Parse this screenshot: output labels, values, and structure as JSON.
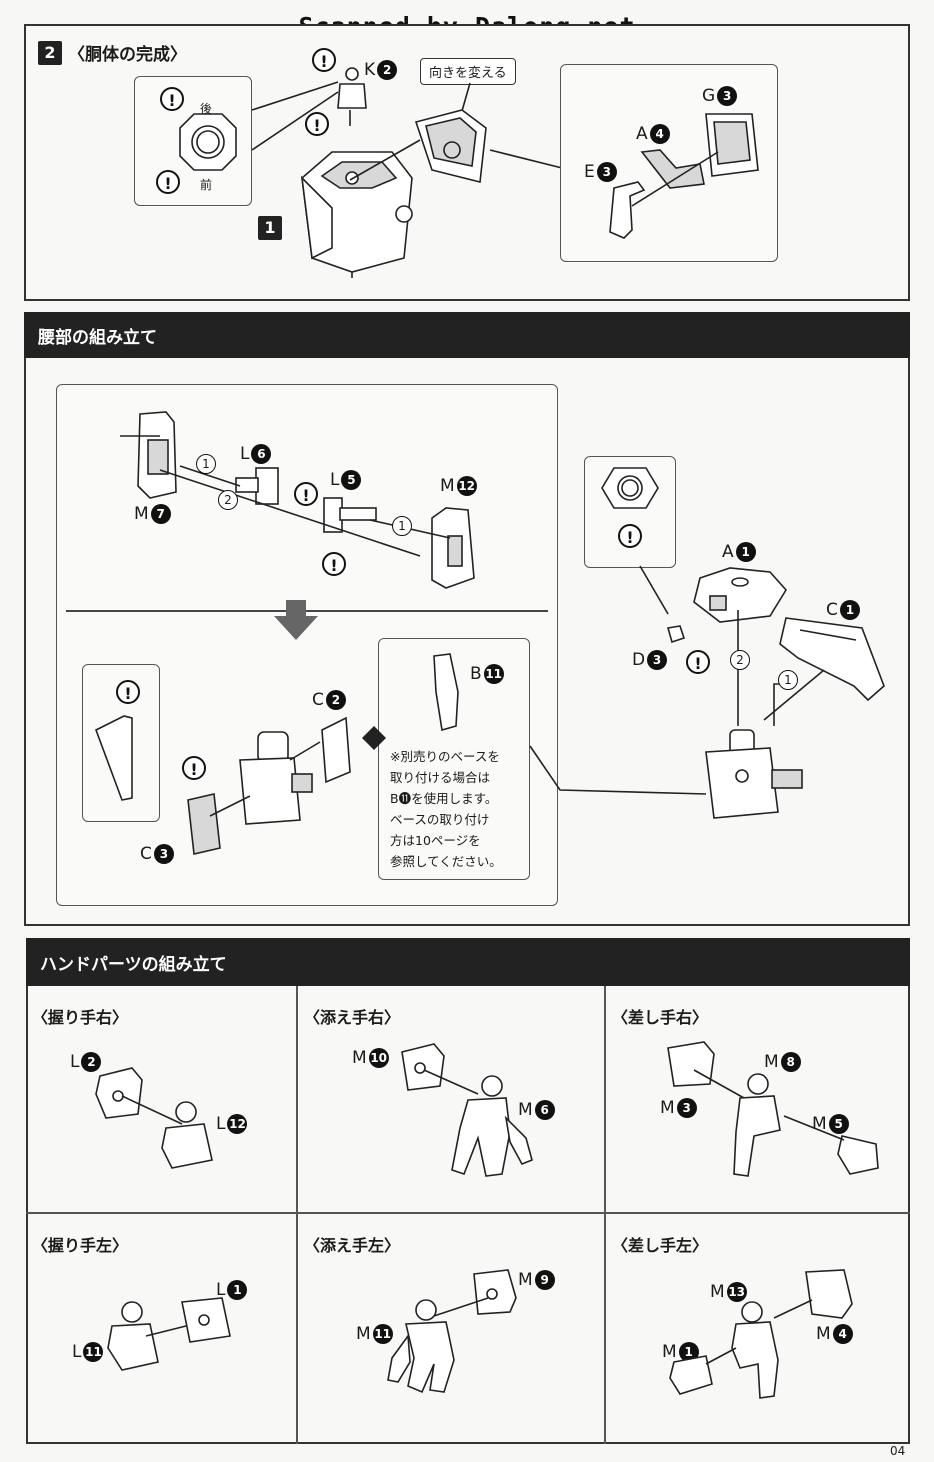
{
  "watermark": "Scanned by Dalong.net",
  "section_torso": {
    "step_number": "2",
    "title": "〈胴体の完成〉",
    "callout_direction": "向きを変える",
    "label_back": "後",
    "label_front": "前",
    "sub_step_badge": "1",
    "parts": [
      {
        "letter": "K",
        "num": "2"
      },
      {
        "letter": "G",
        "num": "3"
      },
      {
        "letter": "A",
        "num": "4"
      },
      {
        "letter": "E",
        "num": "3"
      }
    ]
  },
  "section_waist": {
    "title": "腰部の組み立て",
    "parts_left": [
      {
        "letter": "L",
        "num": "6"
      },
      {
        "letter": "L",
        "num": "5"
      },
      {
        "letter": "M",
        "num": "12"
      },
      {
        "letter": "M",
        "num": "7"
      },
      {
        "letter": "C",
        "num": "2"
      },
      {
        "letter": "C",
        "num": "3"
      },
      {
        "letter": "B",
        "num": "11"
      }
    ],
    "parts_right": [
      {
        "letter": "A",
        "num": "1"
      },
      {
        "letter": "C",
        "num": "1"
      },
      {
        "letter": "D",
        "num": "3"
      }
    ],
    "step_marks": [
      "1",
      "2"
    ],
    "note_lines": [
      "※別売りのベースを",
      "取り付ける場合は",
      "B⓫を使用します。",
      "ベースの取り付け",
      "方は10ページを",
      "参照してください。"
    ]
  },
  "section_hands": {
    "title": "ハンドパーツの組み立て",
    "cells": [
      {
        "title": "〈握り手右〉",
        "parts": [
          {
            "letter": "L",
            "num": "2"
          },
          {
            "letter": "L",
            "num": "12"
          }
        ]
      },
      {
        "title": "〈添え手右〉",
        "parts": [
          {
            "letter": "M",
            "num": "10"
          },
          {
            "letter": "M",
            "num": "6"
          }
        ]
      },
      {
        "title": "〈差し手右〉",
        "parts": [
          {
            "letter": "M",
            "num": "8"
          },
          {
            "letter": "M",
            "num": "3"
          },
          {
            "letter": "M",
            "num": "5"
          }
        ]
      },
      {
        "title": "〈握り手左〉",
        "parts": [
          {
            "letter": "L",
            "num": "1"
          },
          {
            "letter": "L",
            "num": "11"
          }
        ]
      },
      {
        "title": "〈添え手左〉",
        "parts": [
          {
            "letter": "M",
            "num": "9"
          },
          {
            "letter": "M",
            "num": "11"
          }
        ]
      },
      {
        "title": "〈差し手左〉",
        "parts": [
          {
            "letter": "M",
            "num": "13"
          },
          {
            "letter": "M",
            "num": "4"
          },
          {
            "letter": "M",
            "num": "1"
          }
        ]
      }
    ]
  },
  "warning_mark": "!",
  "page_number": "04"
}
